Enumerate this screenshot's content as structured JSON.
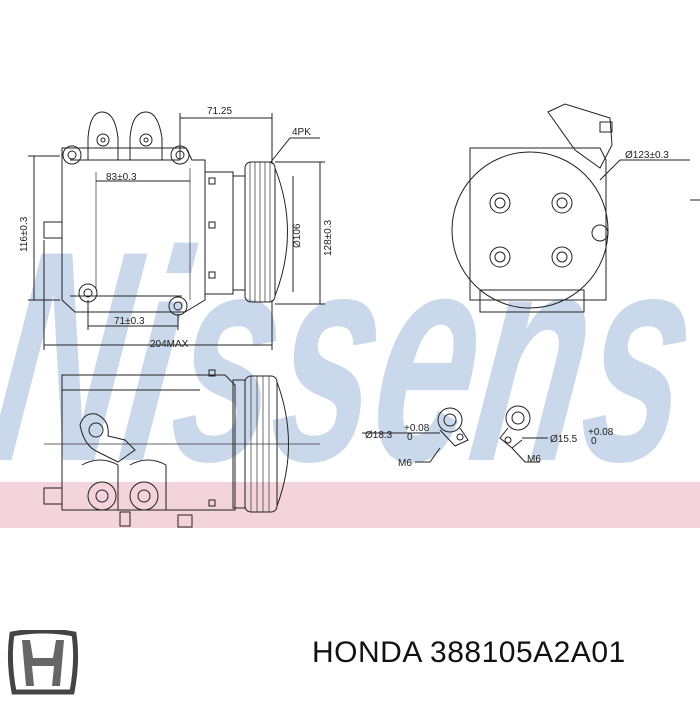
{
  "watermark": {
    "text": "Nissens",
    "color": "#c9d8ea",
    "band_color": "#f3d3dc"
  },
  "dimensions": {
    "top_offset": "71.25",
    "belt": "4PK",
    "bolt_spacing_top": "83±0.3",
    "height_left": "116±0.3",
    "pulley_dia": "Ø106",
    "height_right": "128±0.3",
    "bolt_spacing_bottom": "71±0.3",
    "overall_length": "204MAX",
    "body_dia": "Ø123±0.3",
    "port1_dia": "Ø18.3",
    "port1_tol": "+0.08",
    "port1_tol2": "0",
    "port1_thread": "M6",
    "port2_dia": "Ø15.5",
    "port2_tol": "+0.08",
    "port2_tol2": "0",
    "port2_thread": "M6"
  },
  "caption": {
    "brand": "HONDA",
    "part_number": "388105A2A01"
  },
  "logo": {
    "icon": "honda-logo-icon"
  }
}
